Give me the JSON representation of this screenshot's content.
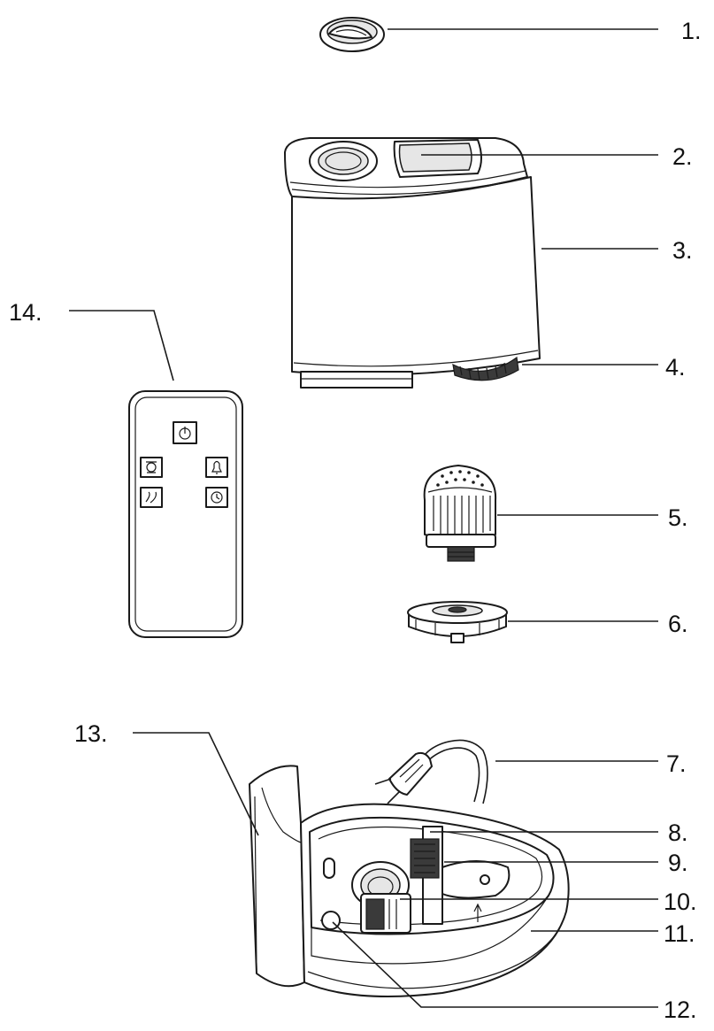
{
  "callouts": [
    {
      "id": "1",
      "label": "1."
    },
    {
      "id": "2",
      "label": "2."
    },
    {
      "id": "3",
      "label": "3."
    },
    {
      "id": "4",
      "label": "4."
    },
    {
      "id": "5",
      "label": "5."
    },
    {
      "id": "6",
      "label": "6."
    },
    {
      "id": "7",
      "label": "7."
    },
    {
      "id": "8",
      "label": "8."
    },
    {
      "id": "9",
      "label": "9."
    },
    {
      "id": "10",
      "label": "10."
    },
    {
      "id": "11",
      "label": "11."
    },
    {
      "id": "12",
      "label": "12."
    },
    {
      "id": "13",
      "label": "13."
    },
    {
      "id": "14",
      "label": "14."
    }
  ],
  "parts": {
    "cap": "cap-icon",
    "tank_top": "tank-top-icon",
    "tank_body": "water-tank-icon",
    "tank_valve": "tank-valve-icon",
    "filter": "filter-cartridge-icon",
    "filter_base": "filter-base-icon",
    "power_cord": "power-plug-icon",
    "base_unit": "base-unit-icon",
    "remote_control": "remote-control-icon"
  },
  "remote_buttons": [
    "power-icon",
    "fan-icon",
    "bell-icon",
    "mist-icon",
    "timer-icon"
  ]
}
